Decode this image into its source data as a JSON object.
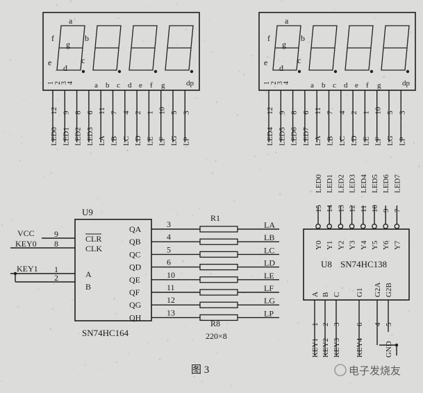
{
  "displays": [
    {
      "id": "left",
      "seg_letters": [
        "a",
        "b",
        "c",
        "d",
        "e",
        "f",
        "g"
      ],
      "digit_pins": [
        "1",
        "2",
        "3",
        "4"
      ],
      "bottom_labels": [
        "a",
        "b",
        "c",
        "d",
        "e",
        "f",
        "g"
      ],
      "dp": "dp",
      "pin_numbers": [
        "12",
        "9",
        "8",
        "6",
        "11",
        "7",
        "4",
        "2",
        "1",
        "10",
        "5",
        "3"
      ],
      "nets": [
        "LED0",
        "LED1",
        "LED2",
        "LED3",
        "LA",
        "LB",
        "LC",
        "LD",
        "LE",
        "LF",
        "LG",
        "LP"
      ]
    },
    {
      "id": "right",
      "seg_letters": [
        "a",
        "b",
        "c",
        "d",
        "e",
        "f",
        "g"
      ],
      "digit_pins": [
        "1",
        "2",
        "3",
        "4"
      ],
      "bottom_labels": [
        "a",
        "b",
        "c",
        "d",
        "e",
        "f",
        "g"
      ],
      "dp": "dp",
      "pin_numbers": [
        "12",
        "9",
        "8",
        "6",
        "11",
        "7",
        "4",
        "2",
        "1",
        "10",
        "5",
        "3"
      ],
      "nets": [
        "LED4",
        "LED5",
        "LED6",
        "LED7",
        "LA",
        "LB",
        "LC",
        "LD",
        "LE",
        "LF",
        "LG",
        "LP"
      ]
    }
  ],
  "u9": {
    "ref": "U9",
    "part": "SN74HC164",
    "left_pins": [
      {
        "name": "CLR",
        "num": "9",
        "net": "VCC"
      },
      {
        "name": "CLK",
        "num": "8",
        "net": "KEY0"
      },
      {
        "name": "A",
        "num": "1",
        "net": "KEY1"
      },
      {
        "name": "B",
        "num": "2",
        "net": ""
      }
    ],
    "right_pins": [
      {
        "name": "QA",
        "num": "3",
        "net": "LA"
      },
      {
        "name": "QB",
        "num": "4",
        "net": "LB"
      },
      {
        "name": "QC",
        "num": "5",
        "net": "LC"
      },
      {
        "name": "QD",
        "num": "6",
        "net": "LD"
      },
      {
        "name": "QE",
        "num": "10",
        "net": "LE"
      },
      {
        "name": "QF",
        "num": "11",
        "net": "LF"
      },
      {
        "name": "QG",
        "num": "12",
        "net": "LG"
      },
      {
        "name": "QH",
        "num": "13",
        "net": "LP"
      }
    ]
  },
  "resistors": {
    "top": "R1",
    "bottom": "R8",
    "value": "220×8"
  },
  "u8": {
    "ref": "U8",
    "part": "SN74HC138",
    "outputs": [
      {
        "name": "Y0",
        "num": "15",
        "net": "LED0"
      },
      {
        "name": "Y1",
        "num": "14",
        "net": "LED1"
      },
      {
        "name": "Y2",
        "num": "13",
        "net": "LED2"
      },
      {
        "name": "Y3",
        "num": "12",
        "net": "LED3"
      },
      {
        "name": "Y4",
        "num": "11",
        "net": "LED4"
      },
      {
        "name": "Y5",
        "num": "10",
        "net": "LED5"
      },
      {
        "name": "Y6",
        "num": "9",
        "net": "LED6"
      },
      {
        "name": "Y7",
        "num": "7",
        "net": "LED7"
      }
    ],
    "inputs": [
      {
        "name": "A",
        "num": "1",
        "net": "KEY1"
      },
      {
        "name": "B",
        "num": "2",
        "net": "KEY2"
      },
      {
        "name": "C",
        "num": "3",
        "net": "KEY3"
      },
      {
        "name": "G1",
        "num": "6",
        "net": "KEY4"
      },
      {
        "name": "G2A",
        "num": "4",
        "net": ""
      },
      {
        "name": "G2B",
        "num": "5",
        "net": "GND"
      }
    ]
  },
  "caption": "图 3",
  "watermark": "电子发烧友"
}
